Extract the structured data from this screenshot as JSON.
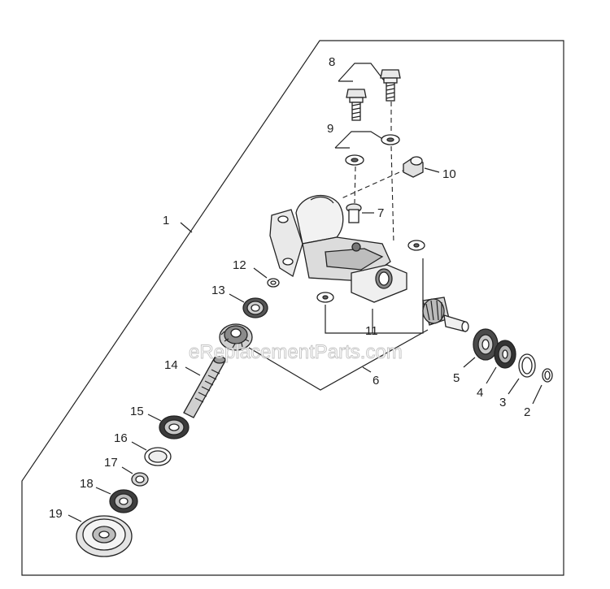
{
  "watermark": "eReplacementParts.com",
  "callouts": {
    "c1": "1",
    "c2": "2",
    "c3": "3",
    "c4": "4",
    "c5": "5",
    "c6": "6",
    "c7": "7",
    "c8": "8",
    "c9": "9",
    "c10": "10",
    "c11": "11",
    "c12": "12",
    "c13": "13",
    "c14": "14",
    "c15": "15",
    "c16": "16",
    "c17": "17",
    "c18": "18",
    "c19": "19"
  },
  "colors": {
    "line": "#222222",
    "shade": "#8a8a8a",
    "dark": "#3a3a3a",
    "light": "#d8d8d8"
  }
}
